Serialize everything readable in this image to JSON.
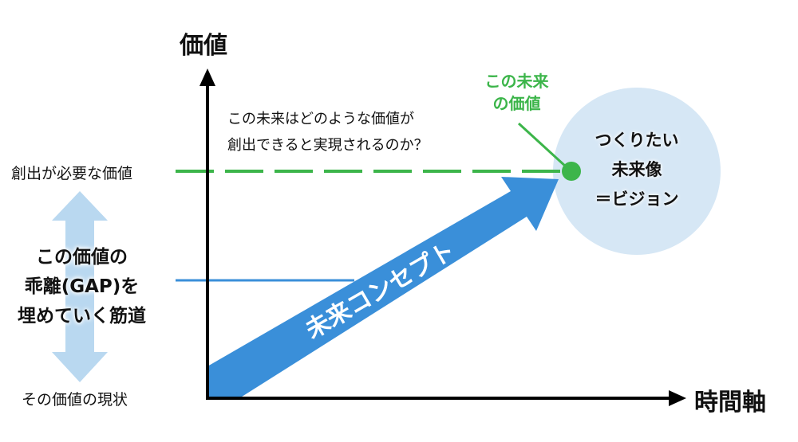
{
  "axes": {
    "y_label": "価値",
    "x_label": "時間軸"
  },
  "left": {
    "top_label": "創出が必要な価値",
    "bottom_label": "その価値の現状",
    "gap_lines": [
      "この価値の",
      "乖離(GAP)を",
      "埋めていく筋道"
    ]
  },
  "question": {
    "lines": [
      "この未来はどのような価値が",
      "創出できると実現されるのか？"
    ]
  },
  "future_value": {
    "lines": [
      "この未来",
      "の価値"
    ]
  },
  "vision": {
    "lines": [
      "つくりたい",
      "未来像",
      "＝ビジョン"
    ]
  },
  "concept_arrow": {
    "label": "未来コンセプト"
  },
  "colors": {
    "green": "#3cb54a",
    "blue": "#3a8fd9",
    "light_blue": "#b9d8f0",
    "circle": "#d6e7f5",
    "axis": "#000000"
  }
}
